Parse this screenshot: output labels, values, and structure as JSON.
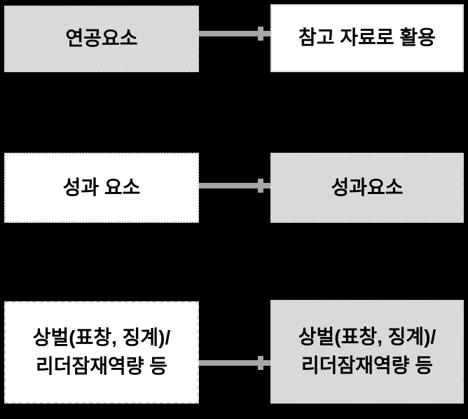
{
  "diagram": {
    "background_color": "#000000",
    "connector_color": "#a6a6a6",
    "gray_fill": "#d9d9d9",
    "white_fill": "#ffffff",
    "rows": [
      {
        "left": {
          "label": "연공요소",
          "fill": "#d9d9d9"
        },
        "right": {
          "label": "참고 자료로 활용",
          "fill": "#ffffff"
        }
      },
      {
        "left": {
          "label": "성과 요소",
          "fill": "#ffffff"
        },
        "right": {
          "label": "성과요소",
          "fill": "#d9d9d9"
        }
      },
      {
        "left": {
          "label": "상벌(표창, 징계)/\n리더잠재역량 등",
          "fill": "#ffffff"
        },
        "right": {
          "label": "상벌(표창, 징계)/\n리더잠재역량 등",
          "fill": "#d9d9d9"
        }
      }
    ]
  }
}
